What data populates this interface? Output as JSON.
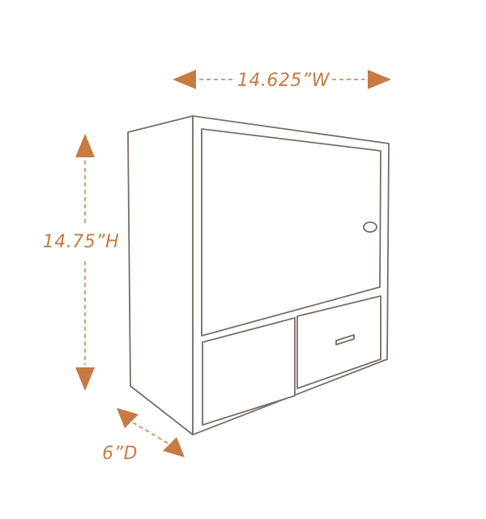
{
  "dimensions": {
    "width_label": "14.625”W",
    "height_label": "14.75”H",
    "depth_label": "6”D"
  },
  "colors": {
    "accent": "#c87a43",
    "outline": "#776e66",
    "background": "#ffffff"
  }
}
